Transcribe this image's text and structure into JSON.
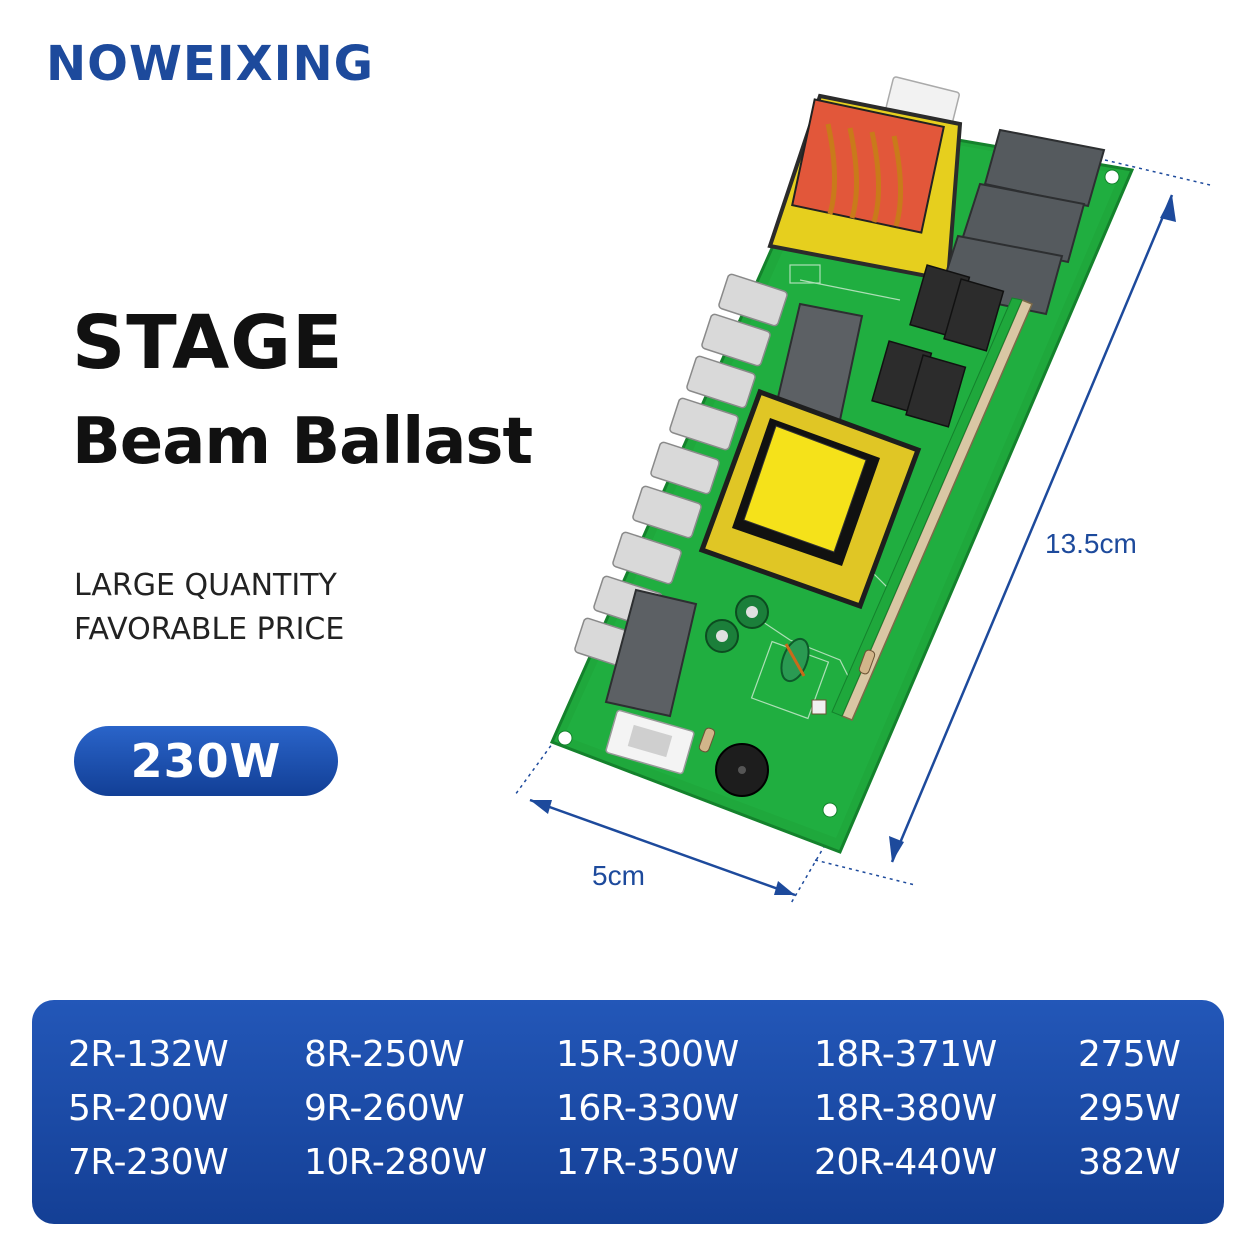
{
  "brand": "NOWEIXING",
  "title_line1": "STAGE",
  "title_line2": "Beam Ballast",
  "tagline_line1": "LARGE QUANTITY",
  "tagline_line2": "FAVORABLE PRICE",
  "wattage": "230W",
  "dimensions": {
    "height": "13.5cm",
    "width": "5cm"
  },
  "colors": {
    "brand_blue": "#1d4a9c",
    "panel_blue": "#1a4aa6",
    "pcb_green": "#1fa83c"
  },
  "spec_table": {
    "columns": [
      [
        "2R-132W",
        "5R-200W",
        "7R-230W"
      ],
      [
        "8R-250W",
        "9R-260W",
        "10R-280W"
      ],
      [
        "15R-300W",
        "16R-330W",
        "17R-350W"
      ],
      [
        "18R-371W",
        "18R-380W",
        "20R-440W"
      ],
      [
        "275W",
        "295W",
        "382W"
      ]
    ]
  }
}
